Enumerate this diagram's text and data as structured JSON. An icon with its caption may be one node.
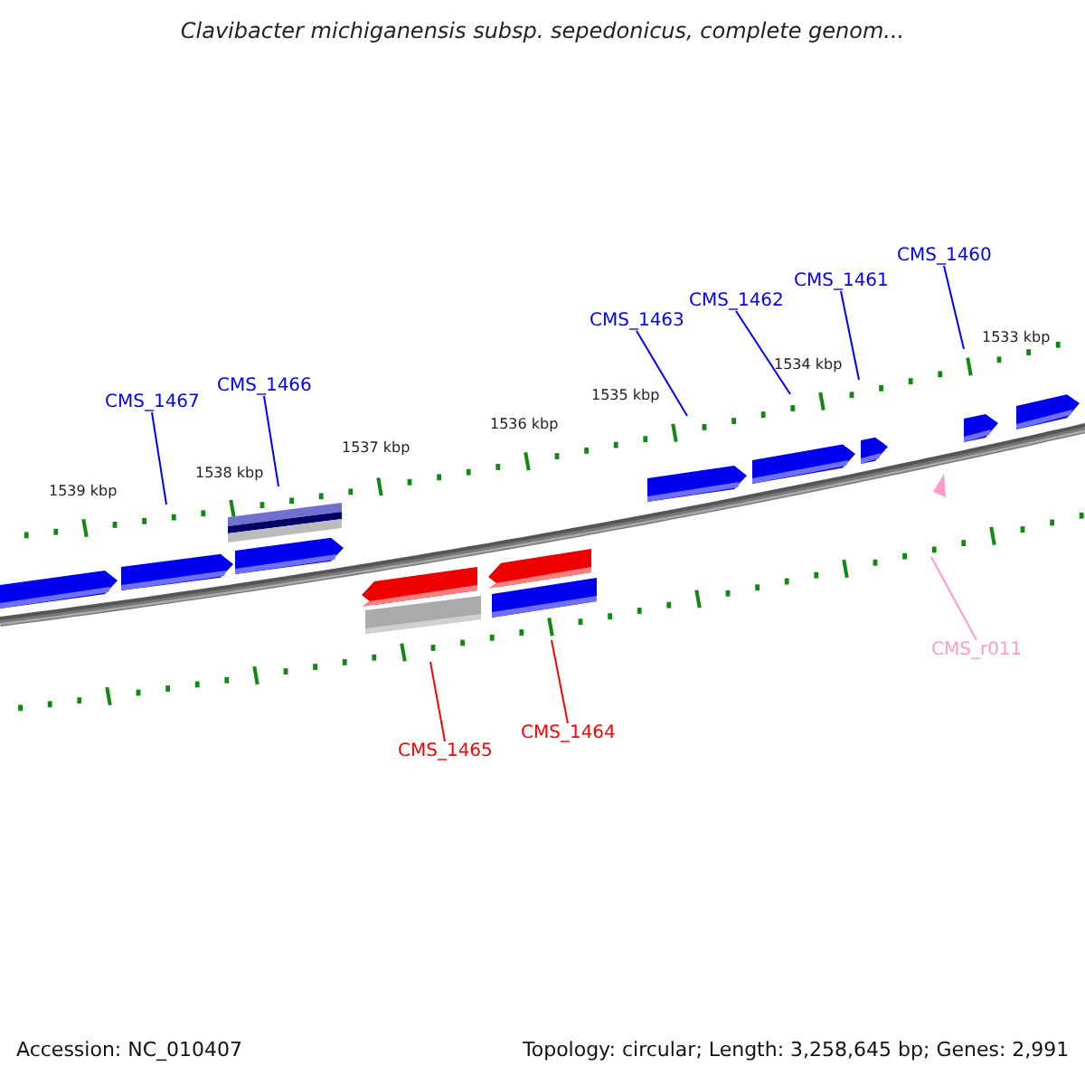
{
  "diagram": {
    "title": "Clavibacter michiganensis subsp. sepedonicus, complete genom...",
    "nodes": [
      {
        "text": [
          "CMS_1467"
        ]
      },
      {
        "text": [
          "CMS_1466"
        ]
      },
      {
        "text": [
          "CMS_1463"
        ]
      },
      {
        "text": [
          "CMS_1462"
        ]
      },
      {
        "text": [
          "CMS_1461"
        ]
      },
      {
        "text": [
          "CMS_1460"
        ]
      },
      {
        "text": [
          "CMS_1465"
        ]
      },
      {
        "text": [
          "CMS_1464"
        ]
      },
      {
        "text": [
          "CMS_r011"
        ]
      }
    ],
    "edges": [
      {
        "from": 0,
        "to": null,
        "arrow": "none"
      },
      {
        "from": 1,
        "to": null,
        "arrow": "none"
      },
      {
        "from": 2,
        "to": null,
        "arrow": "none"
      },
      {
        "from": 3,
        "to": null,
        "arrow": "none"
      },
      {
        "from": 4,
        "to": null,
        "arrow": "none"
      },
      {
        "from": 5,
        "to": null,
        "arrow": "none"
      },
      {
        "from": 6,
        "to": null,
        "arrow": "none",
        "color": "#ff0000"
      },
      {
        "from": 7,
        "to": null,
        "arrow": "none",
        "color": "#ff0000"
      },
      {
        "from": 8,
        "to": null,
        "arrow": "none",
        "color": "#ff99cc"
      }
    ],
    "labels": [
      "1539 kbp",
      "1538 kbp",
      "1537 kbp",
      "1536 kbp",
      "1535 kbp",
      "1534 kbp",
      "1533 kbp",
      "Accession: NC_010407",
      "Topology: circular; Length: 3,258,645 bp; Genes: 2,991"
    ]
  }
}
